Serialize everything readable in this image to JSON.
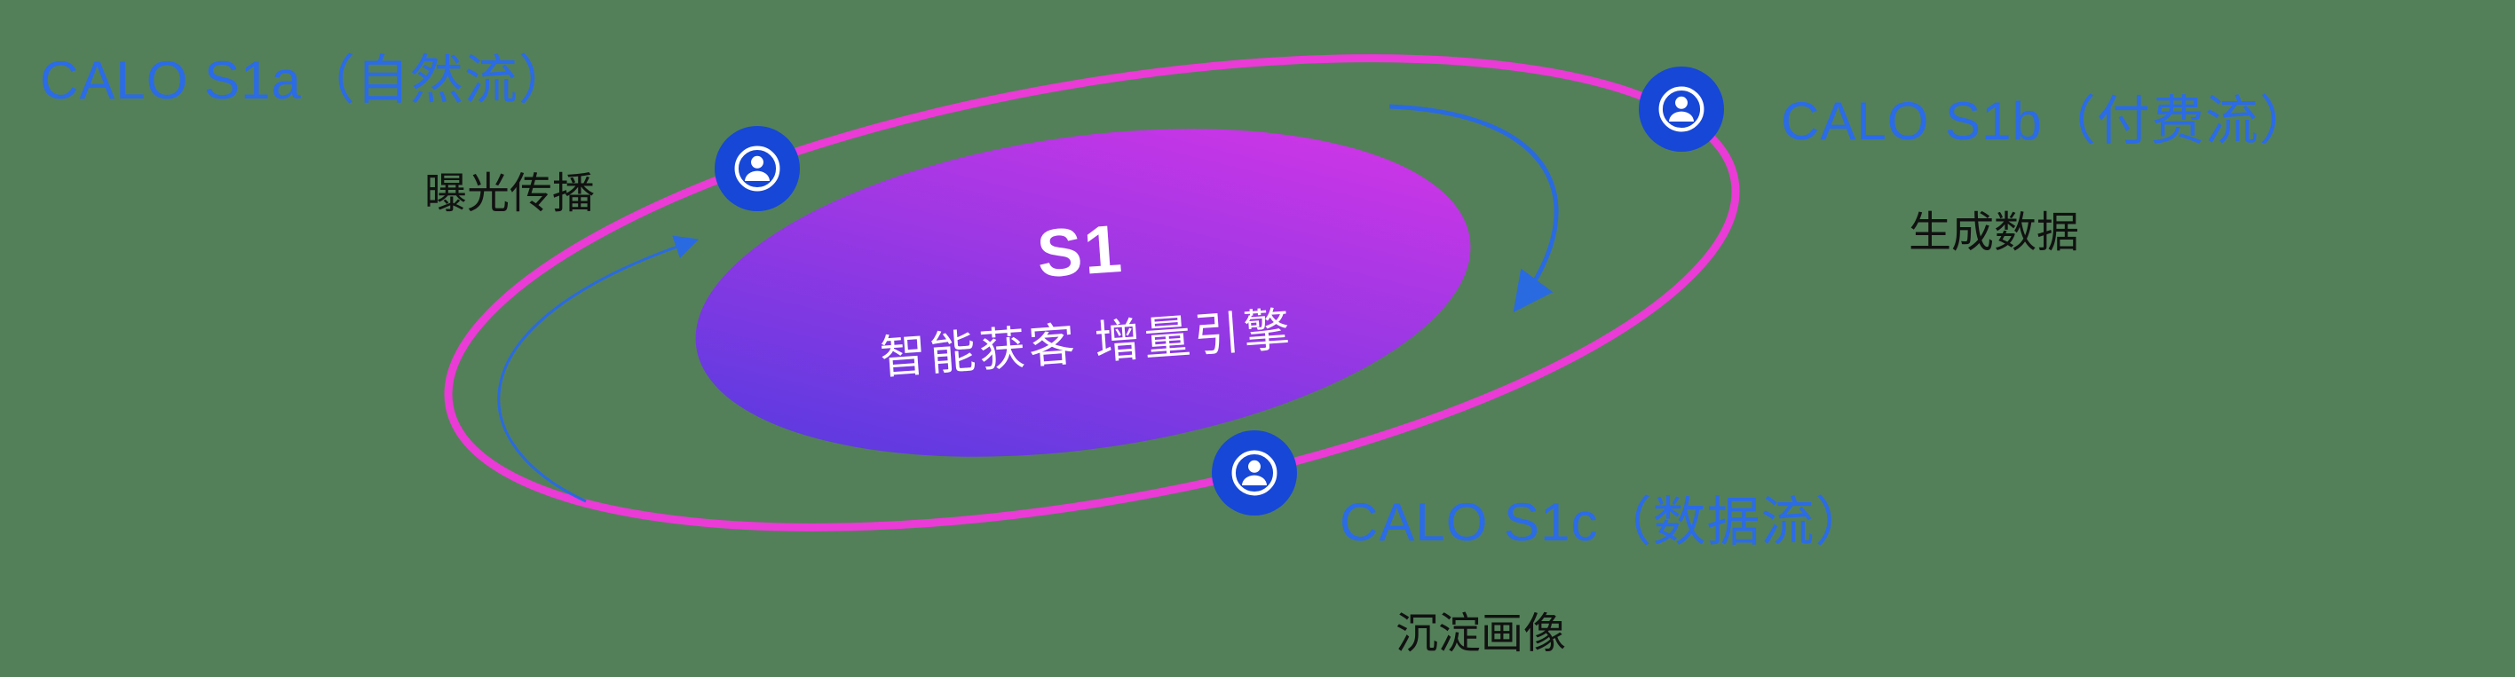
{
  "colors": {
    "background": "#538059",
    "label_blue": "#2b6be6",
    "subtitle_dark": "#111111",
    "orbit_pink": "#ea3bd6",
    "node_blue": "#1747d6",
    "gradient_start": "#4b3bdf",
    "gradient_end": "#df35e8",
    "arrow_blue": "#2a6ae0",
    "center_text": "#ffffff"
  },
  "center": {
    "title": "S1",
    "subtitle": "智能获客  增量引擎"
  },
  "nodes": [
    {
      "id": "s1a",
      "title": "CALO S1a（自然流）",
      "subtitle": "曝光传播",
      "icon": "person-icon"
    },
    {
      "id": "s1b",
      "title": "CALO S1b（付费流）",
      "subtitle": "生成数据",
      "icon": "person-icon"
    },
    {
      "id": "s1c",
      "title": "CALO S1c（数据流）",
      "subtitle": "沉淀画像",
      "icon": "person-icon"
    }
  ]
}
